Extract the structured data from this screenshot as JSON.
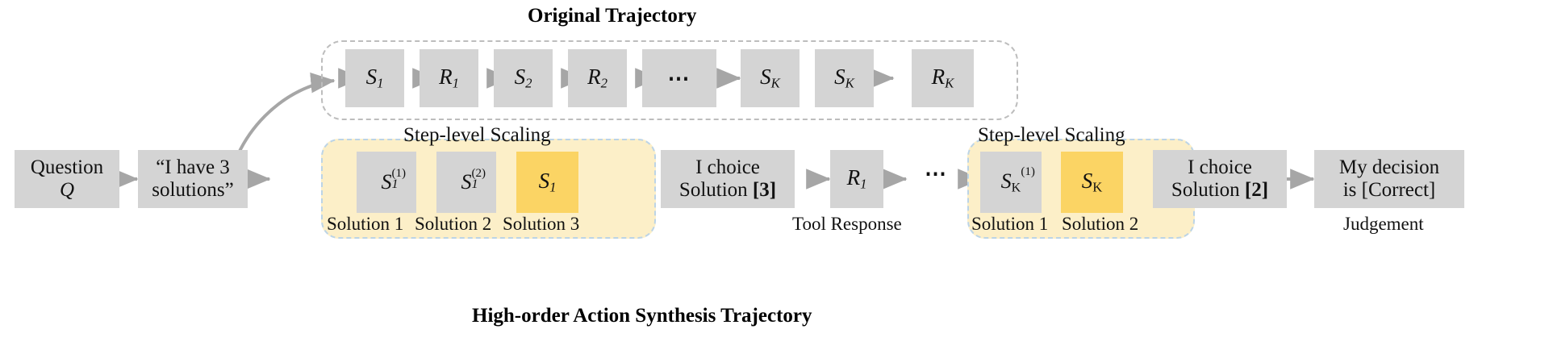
{
  "titles": {
    "top": "Original Trajectory",
    "bottom": "High-order Action Synthesis Trajectory"
  },
  "colors": {
    "gray_box": "#d4d4d4",
    "yellow_box": "#fbd464",
    "pale_yellow_panel": "#fcefc8",
    "panel_dash_border": "#bcd4e6",
    "dash_border": "#bdbdbd",
    "arrow": "#a6a6a6",
    "text": "#111111"
  },
  "top_row": {
    "label": "Original Trajectory",
    "boxes": [
      {
        "id": "s1",
        "base": "S",
        "sub": "1",
        "sub_style": "italic",
        "text": "S1"
      },
      {
        "id": "r1",
        "base": "R",
        "sub": "1",
        "sub_style": "italic",
        "text": "R1"
      },
      {
        "id": "s2",
        "base": "S",
        "sub": "2",
        "sub_style": "italic",
        "text": "S2"
      },
      {
        "id": "r2",
        "base": "R",
        "sub": "2",
        "sub_style": "italic",
        "text": "R2"
      },
      {
        "id": "ellipsis",
        "base": "",
        "sub": "",
        "sub_style": "none",
        "text": "⋯"
      },
      {
        "id": "sk",
        "base": "S",
        "sub": "K",
        "sub_style": "italic",
        "text": "SK"
      },
      {
        "id": "rk",
        "base": "R",
        "sub": "K",
        "sub_style": "italic",
        "text": "RK"
      }
    ]
  },
  "bottom_row": {
    "label": "High-order Action Synthesis Trajectory",
    "question": {
      "line1": "Question",
      "line2": "Q"
    },
    "assistant_claim": {
      "line1": "“I have 3",
      "line2": "solutions”"
    },
    "scaling_panel_1": {
      "title": "Step-level Scaling",
      "steps": [
        {
          "base": "S",
          "sub": "1",
          "sup": "(1)",
          "caption": "Solution 1",
          "highlight": false
        },
        {
          "base": "S",
          "sub": "1",
          "sup": "(2)",
          "caption": "Solution 2",
          "highlight": false
        },
        {
          "base": "S",
          "sub": "1",
          "sup": "",
          "caption": "Solution 3",
          "highlight": true
        }
      ]
    },
    "choice_1": {
      "line1": "I choice",
      "line2": "Solution",
      "bracket": "[3]"
    },
    "tool_response": {
      "box": "R1",
      "base": "R",
      "sub": "1",
      "caption": "Tool Response"
    },
    "mid_ellipsis": "⋯",
    "scaling_panel_2": {
      "title": "Step-level Scaling",
      "steps": [
        {
          "base": "S",
          "sub": "K",
          "sup": "(1)",
          "caption": "Solution 1",
          "highlight": false
        },
        {
          "base": "S",
          "sub": "K",
          "sup": "",
          "caption": "Solution 2",
          "highlight": true
        }
      ]
    },
    "choice_2": {
      "line1": "I choice",
      "line2": "Solution",
      "bracket": "[2]"
    },
    "judgement": {
      "line1": "My decision",
      "line2": "is  [Correct]",
      "caption": "Judgement"
    }
  }
}
